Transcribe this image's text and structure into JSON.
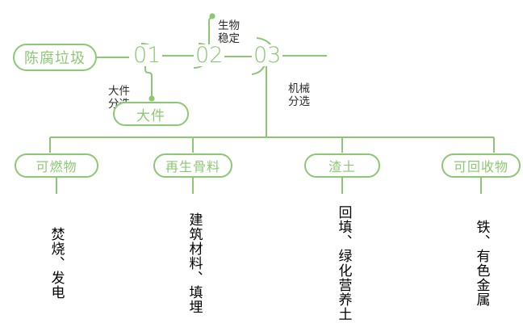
{
  "theme": {
    "line_color": "#8cc873",
    "pill_border_color": "#8cc873",
    "pill_text_color": "#8cc873",
    "box_text_color": "#9ccf84",
    "annotation_text_color": "#2b2b2b",
    "background": "#ffffff"
  },
  "diagram": {
    "title_node": {
      "label": "陈腐垃圾"
    },
    "stages": [
      {
        "id": "stage-01",
        "number": "01",
        "process_label": "大件\n分选"
      },
      {
        "id": "stage-02",
        "number": "02",
        "process_label": "生物\n稳定"
      },
      {
        "id": "stage-03",
        "number": "03",
        "process_label": "机械\n分选"
      }
    ],
    "side_output": {
      "label": "大件"
    },
    "outputs": [
      {
        "pill": "可燃物",
        "detail": "焚烧、发电"
      },
      {
        "pill": "再生骨料",
        "detail": "建筑材料、填埋"
      },
      {
        "pill": "渣土",
        "detail": "回填、绿化营养土"
      },
      {
        "pill": "可回收物",
        "detail": "铁、有色金属"
      }
    ]
  }
}
